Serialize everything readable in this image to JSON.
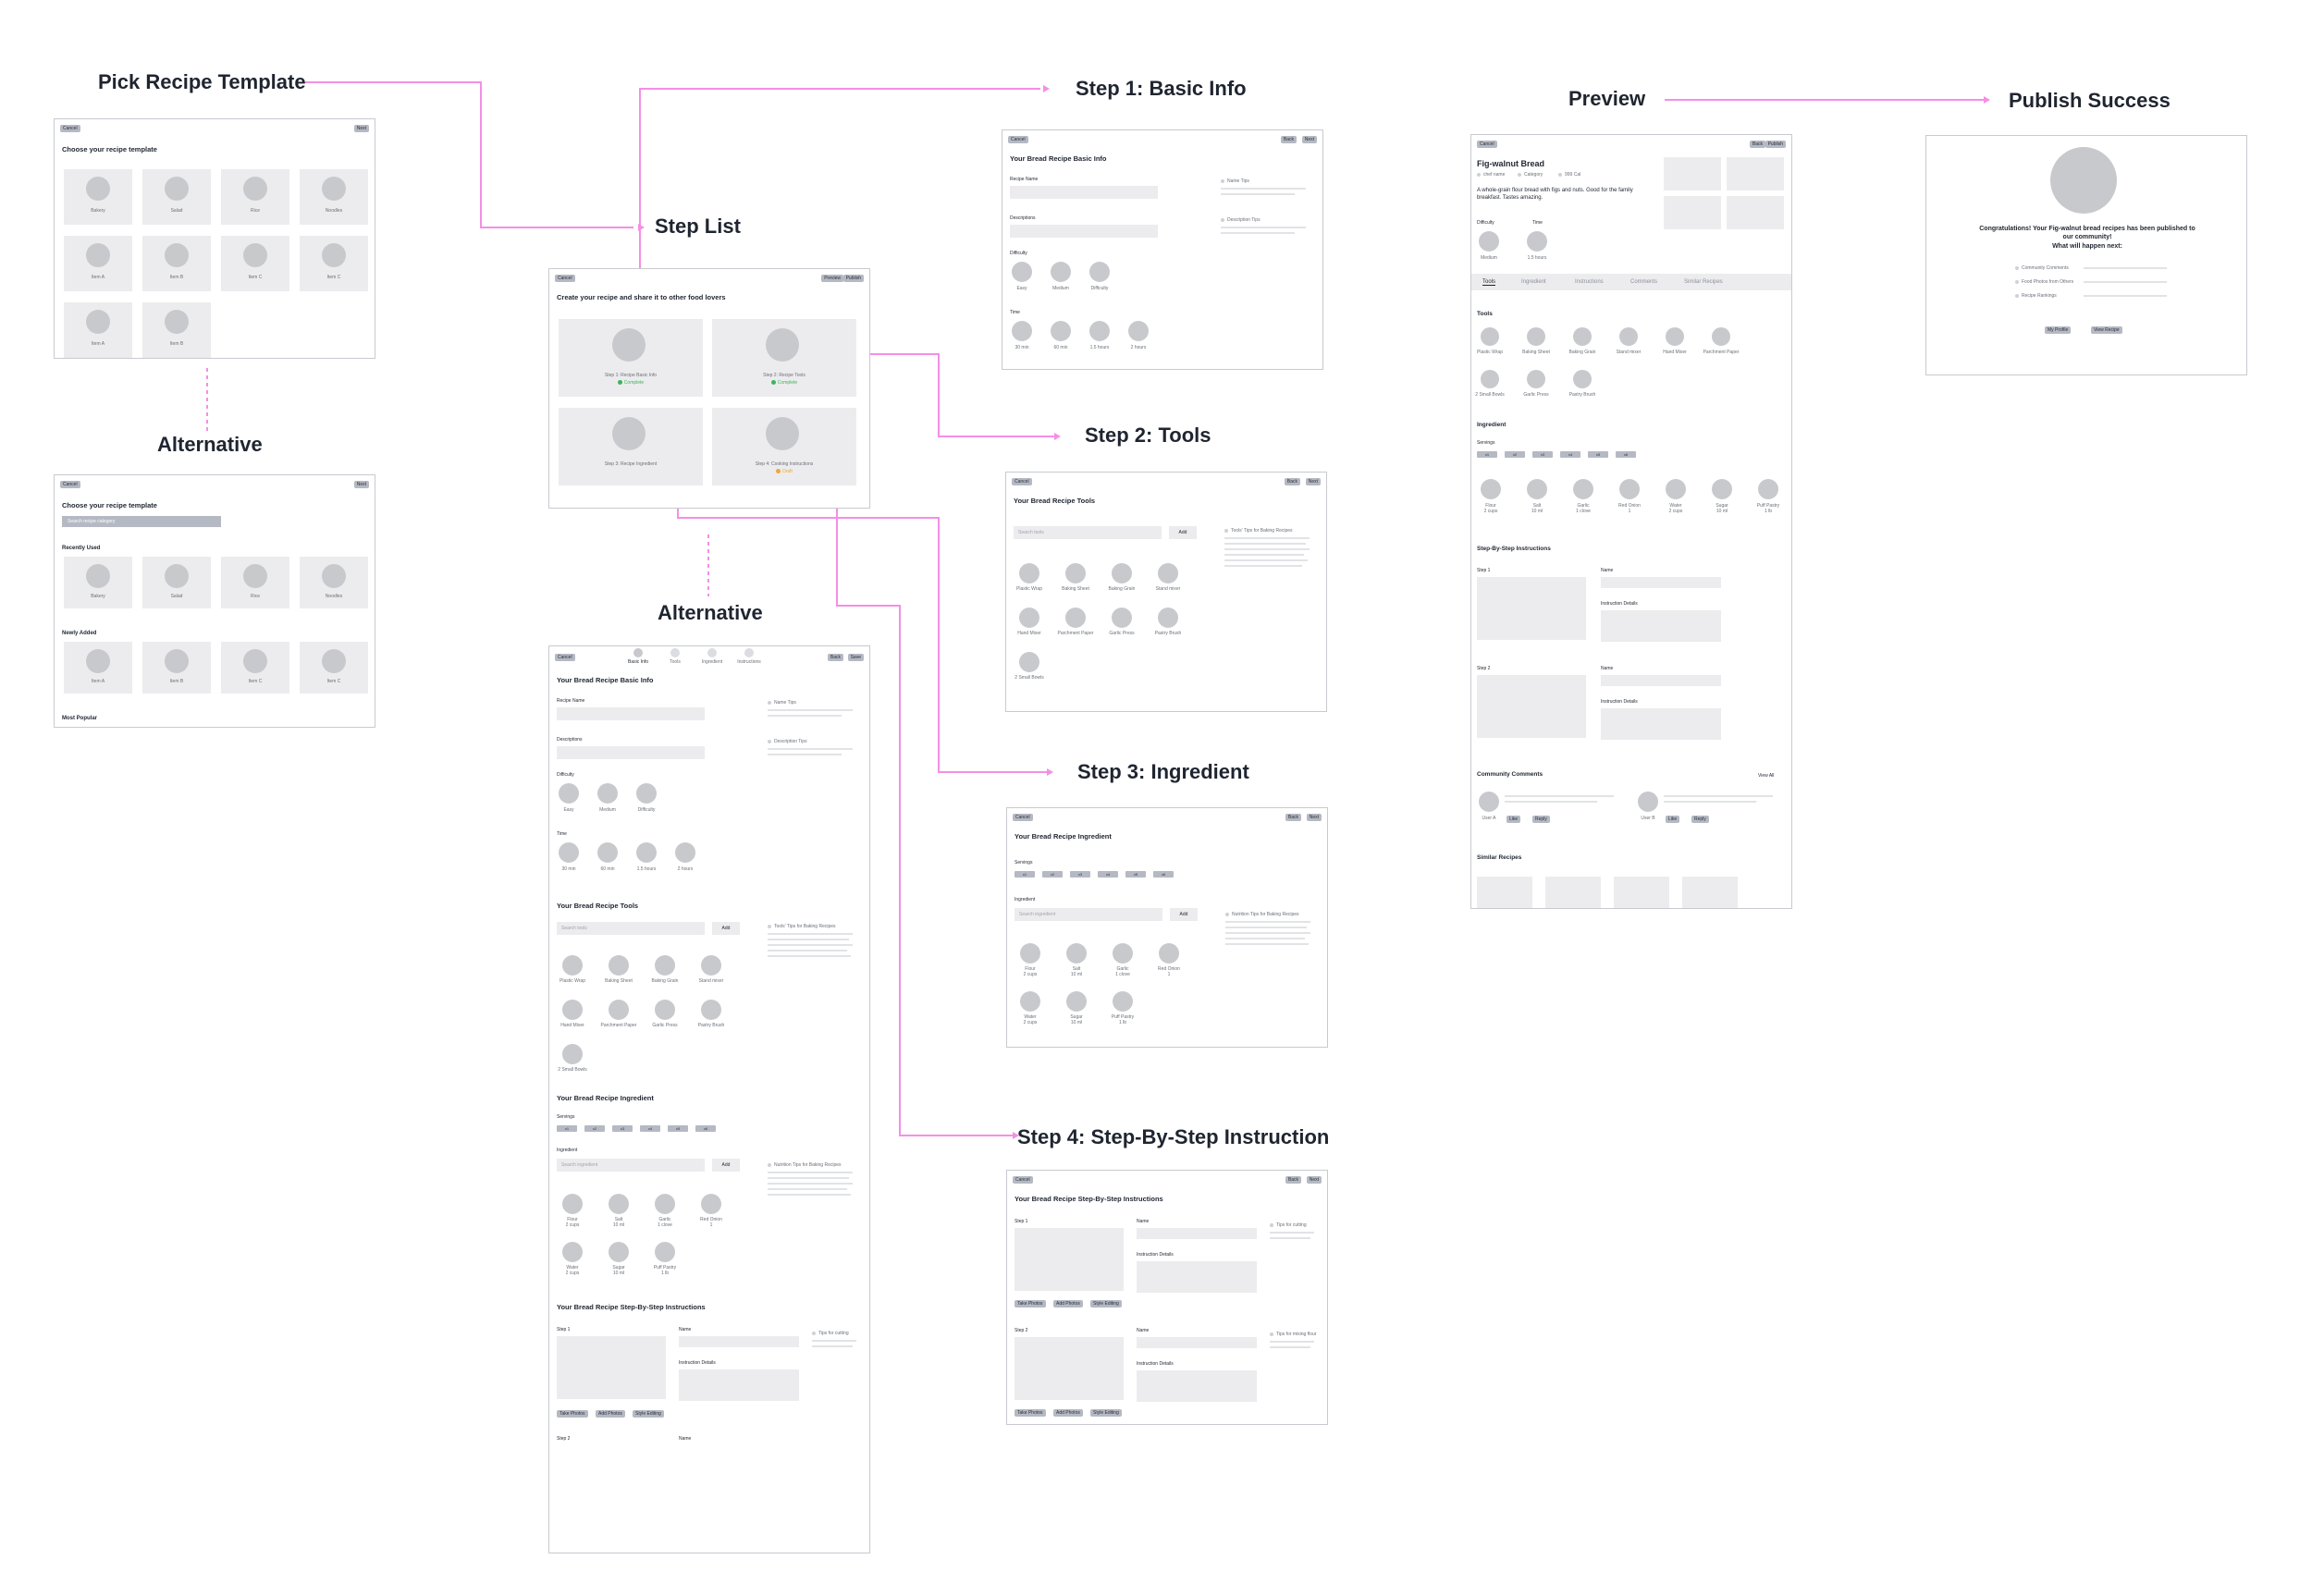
{
  "colors": {
    "connector": "#f48fe6",
    "complete": "#3bb55a",
    "draft": "#f0a63a",
    "frame_border": "#c8cad0",
    "placeholder": "#c8c9cd"
  },
  "headings": {
    "pick": "Pick Recipe Template",
    "alt1": "Alternative",
    "step_list": "Step List",
    "alt2": "Alternative",
    "step1": "Step 1: Basic Info",
    "step2": "Step 2: Tools",
    "step3": "Step 3: Ingredient",
    "step4": "Step 4: Step-By-Step Instruction",
    "preview": "Preview",
    "publish": "Publish Success"
  },
  "common": {
    "cancel": "Cancel",
    "next": "Next",
    "save": "Save",
    "preview": "Preview",
    "publish": "Publish",
    "back": "Back",
    "add": "Add"
  },
  "template": {
    "title": "Choose your recipe template",
    "items": [
      "Bakery",
      "Salad",
      "Rice",
      "Noodles",
      "Item A",
      "Item B",
      "Item C",
      "Item C",
      "Item A",
      "Item B"
    ],
    "search_placeholder": "Search recipe category",
    "recent": "Recently Used",
    "newly": "Newly Added",
    "popular": "Most Popular",
    "recent_items": [
      "Bakery",
      "Salad",
      "Rice",
      "Noodles"
    ],
    "newly_items": [
      "Item A",
      "Item B",
      "Item C",
      "Item C"
    ]
  },
  "steplist": {
    "title": "Create your recipe and share it to other food lovers",
    "cards": [
      {
        "label": "Step 1: Recipe Basic Info",
        "status": "Complete"
      },
      {
        "label": "Step 2: Recipe Tools",
        "status": "Complete"
      },
      {
        "label": "Step 3: Recipe Ingredient",
        "status": ""
      },
      {
        "label": "Step 4: Cooking Instructions",
        "status": "Draft"
      }
    ]
  },
  "basic": {
    "title": "Your Bread Recipe Basic Info",
    "name_label": "Recipe Name",
    "desc_label": "Descriptions",
    "name_tip": "Name Tips",
    "desc_tip": "Description Tips",
    "difficulty": "Difficulty",
    "levels": [
      "Easy",
      "Medium",
      "Difficulty"
    ],
    "time": "Time",
    "times": [
      "30 min",
      "60 min",
      "1.5 hours",
      "2 hours"
    ]
  },
  "tools": {
    "title": "Your Bread Recipe Tools",
    "search_placeholder": "Search tools",
    "tip": "Tools' Tips for Baking Recipes",
    "tip_alt": "Tools' Tips for Baking Recipes",
    "items": [
      "Plastic Wrap",
      "Baking Sheet",
      "Baking Grain",
      "Stand mixer",
      "Hand Mixer",
      "Parchment Paper",
      "Garlic Press",
      "Pastry Brush",
      "2 Small Bowls"
    ]
  },
  "ingredient": {
    "title": "Your Bread Recipe Ingredient",
    "servings": "Servings",
    "serving_chips": [
      "x1",
      "x2",
      "x3",
      "x4",
      "x5",
      "x6"
    ],
    "ingredient_label": "Ingredient",
    "search_placeholder": "Search ingredient",
    "tip": "Nutrition Tips for Baking Recipes",
    "items": [
      {
        "name": "Flour",
        "qty": "2 cups"
      },
      {
        "name": "Salt",
        "qty": "10 ml"
      },
      {
        "name": "Garlic",
        "qty": "1 clove"
      },
      {
        "name": "Red Onion",
        "qty": "1"
      },
      {
        "name": "Water",
        "qty": "2 cups"
      },
      {
        "name": "Sugar",
        "qty": "10 ml"
      },
      {
        "name": "Puff Pastry",
        "qty": "1 lb"
      }
    ]
  },
  "instructions": {
    "title": "Your Bread Recipe Step-By-Step Instructions",
    "step1": "Step 1",
    "step2": "Step 2",
    "name": "Name",
    "details": "Instruction Details",
    "actions": [
      "Take Photos",
      "Add Photos",
      "Style Editing"
    ],
    "tip1": "Tips for cutting",
    "tip2": "Tips for mixing flour"
  },
  "alternative": {
    "steps": [
      "Basic Info",
      "Tools",
      "Ingredient",
      "Instructions"
    ]
  },
  "preview": {
    "title": "Fig-walnut Bread",
    "meta": [
      "chef name",
      "Category",
      "999 Cal"
    ],
    "desc": "A whole-grain flour bread with figs and nuts. Good for the family breakfast. Tastes amazing.",
    "difficulty": "Difficulty",
    "difficulty_value": "Medium",
    "time": "Time",
    "time_value": "1.5 hours",
    "tabs": [
      "Tools",
      "Ingredient",
      "Instructions",
      "Comments",
      "Similar Recipes"
    ],
    "tools_label": "Tools",
    "ingredient_label": "Ingredient",
    "servings": "Servings",
    "instructions_label": "Step-By-Step Instructions",
    "comments_label": "Community Comments",
    "view_all": "View All",
    "users": [
      "User A",
      "User B"
    ],
    "like": "Like",
    "reply": "Reply",
    "similar": "Similar Recipes"
  },
  "publish": {
    "message": "Congratulations! Your Fig-walnut bread recipes has been published to our community!",
    "next": "What will happen next:",
    "bullets": [
      "Community Comments",
      "Food Photos from Others",
      "Recipe Rankings"
    ],
    "buttons": [
      "My Profile",
      "View Recipe"
    ]
  }
}
